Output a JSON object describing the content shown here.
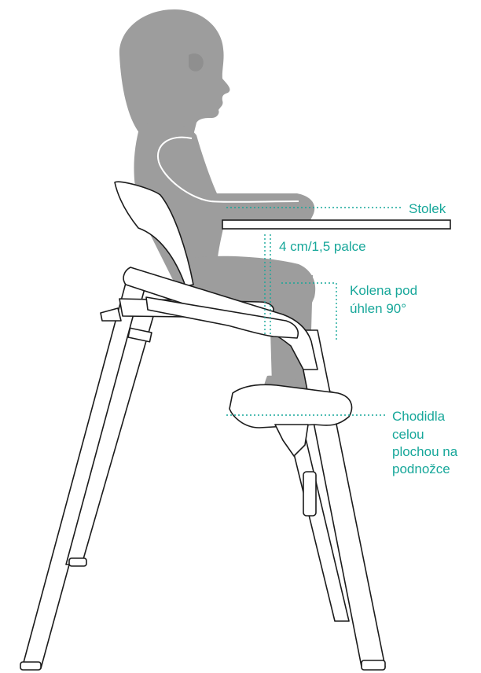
{
  "labels": {
    "table": "Stolek",
    "gap": "4 cm/1,5 palce",
    "knees_line1": "Kolena pod",
    "knees_line2": "úhlen 90°",
    "feet_line1": "Chodidla",
    "feet_line2": "celou",
    "feet_line3": "plochou na",
    "feet_line4": "podnožce"
  },
  "colors": {
    "accent": "#17a79a",
    "silhouette": "#9d9d9d",
    "outline": "#1b1b1b"
  }
}
